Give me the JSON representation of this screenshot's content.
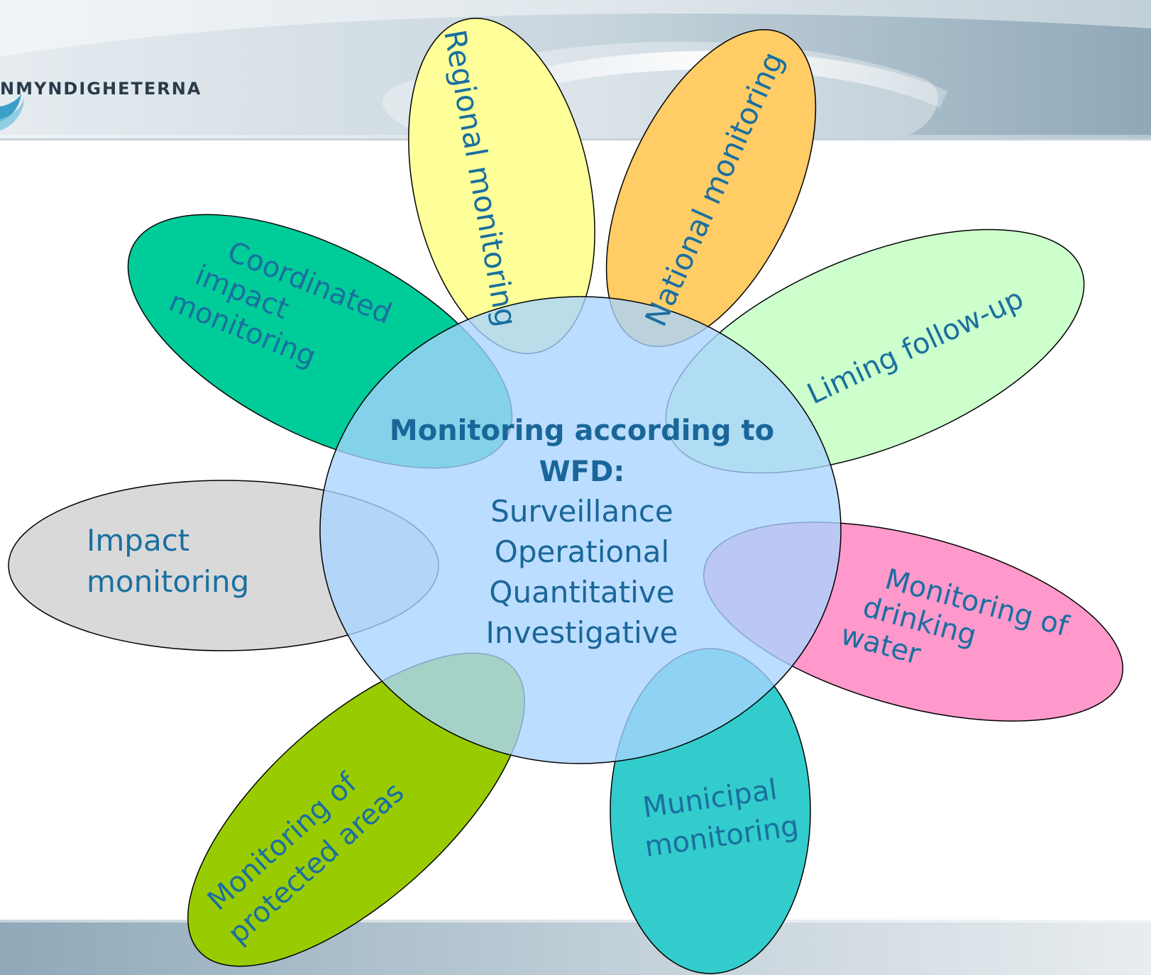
{
  "header": {
    "org_name": "NMYNDIGHETERNA"
  },
  "colors": {
    "regional": "#ffff99",
    "national": "#ffcc66",
    "liming": "#ccffcc",
    "drinking": "#ff99cc",
    "municipal": "#33cccc",
    "protected": "#99cc00",
    "impact": "#d9d9d9",
    "coordinated": "#00cc99",
    "center": "#a8d4ff",
    "text": "#1a6fa0"
  },
  "center": {
    "title_line1": "Monitoring according to",
    "title_line2": "WFD:",
    "items": [
      "Surveillance",
      "Operational",
      "Quantitative",
      "Investigative"
    ]
  },
  "petals": {
    "regional": {
      "lines": [
        "Regional monitoring"
      ]
    },
    "national": {
      "lines": [
        "National monitoring"
      ]
    },
    "liming": {
      "lines": [
        "Liming follow-up"
      ]
    },
    "drinking": {
      "lines": [
        "Monitoring of",
        "drinking",
        "water"
      ]
    },
    "municipal": {
      "lines": [
        "Municipal",
        "monitoring"
      ]
    },
    "protected": {
      "lines": [
        "Monitoring of",
        "protected areas"
      ]
    },
    "impact": {
      "lines": [
        "Impact",
        "monitoring"
      ]
    },
    "coordinated": {
      "lines": [
        "Coordinated",
        "impact",
        "monitoring"
      ]
    }
  }
}
